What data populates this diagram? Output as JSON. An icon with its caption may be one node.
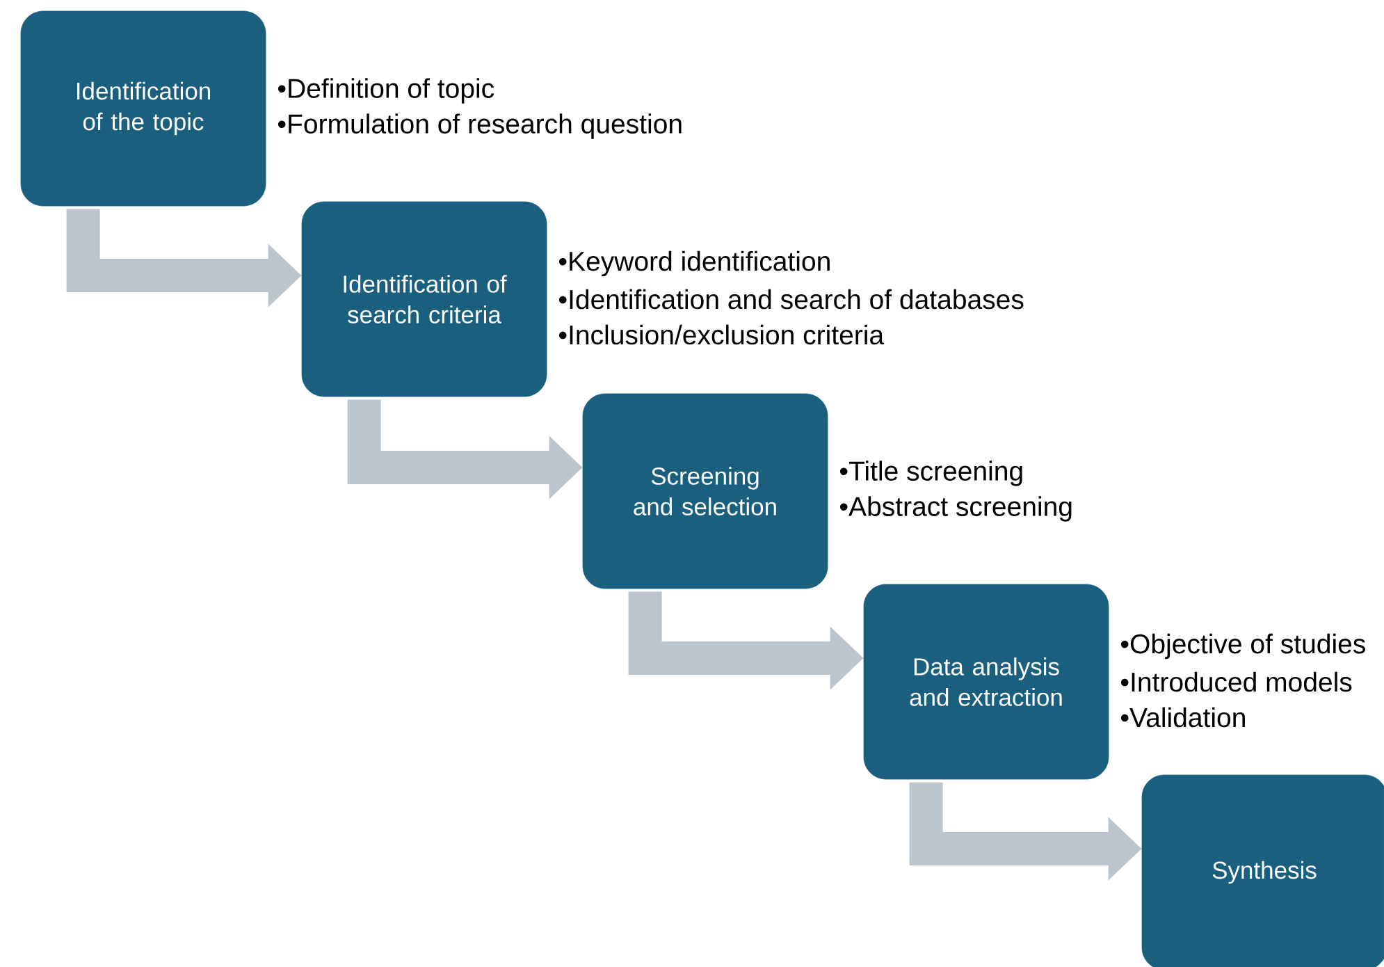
{
  "diagram": {
    "nodes": [
      {
        "text": [
          "Identification of the topic"
        ],
        "beside": [
          "•Definition of topic",
          "•Formulation of research question"
        ]
      },
      {
        "text": [
          "Identification of search criteria"
        ],
        "beside": [
          "•Keyword identification",
          "•Identification and search of databases",
          "•Inclusion/exclusion criteria"
        ]
      },
      {
        "text": [
          "Screening and selection"
        ],
        "beside": [
          "•Title screening",
          "•Abstract screening"
        ]
      },
      {
        "text": [
          "Data analysis and extraction"
        ],
        "beside": [
          "•Objective of studies",
          "•Introduced models",
          "•Validation"
        ]
      },
      {
        "text": [
          "Synthesis"
        ]
      }
    ],
    "edges": [
      {
        "from": 0,
        "to": 1,
        "arrow": "to"
      },
      {
        "from": 1,
        "to": 2,
        "arrow": "to"
      },
      {
        "from": 2,
        "to": 3,
        "arrow": "to"
      },
      {
        "from": 3,
        "to": 4,
        "arrow": "to"
      }
    ]
  }
}
